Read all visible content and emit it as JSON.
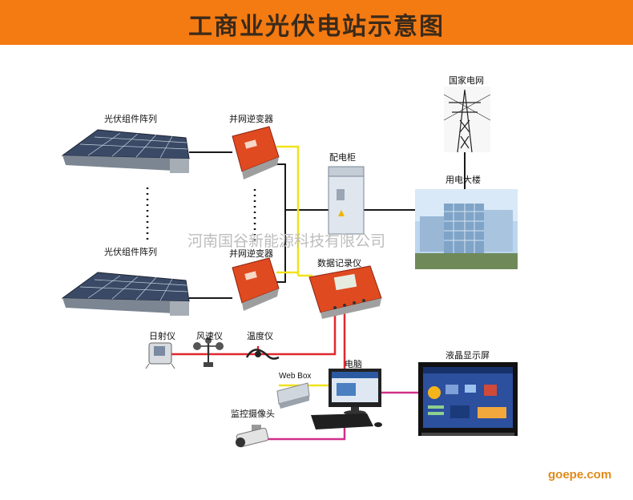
{
  "title": "工商业光伏电站示意图",
  "watermark": "河南国谷新能源科技有限公司",
  "site": "goepe.com",
  "labels": {
    "pv_array_top": "光伏组件阵列",
    "pv_array_bottom": "光伏组件阵列",
    "inverter_top": "并网逆变器",
    "inverter_bottom": "并网逆变器",
    "distribution_cabinet": "配电柜",
    "national_grid": "国家电网",
    "building": "用电大楼",
    "data_logger": "数据记录仪",
    "irradiance_meter": "日射仪",
    "anemometer": "风速仪",
    "thermometer": "温度仪",
    "computer": "电脑",
    "lcd_display": "液晶显示屏",
    "web_box": "Web Box",
    "camera": "监控摄像头"
  },
  "colors": {
    "header": "#f47a12",
    "power_line": "#1a1a1a",
    "comm_line_yellow": "#f2e11a",
    "data_line_red": "#e0282e",
    "video_line_magenta": "#d0308a"
  }
}
